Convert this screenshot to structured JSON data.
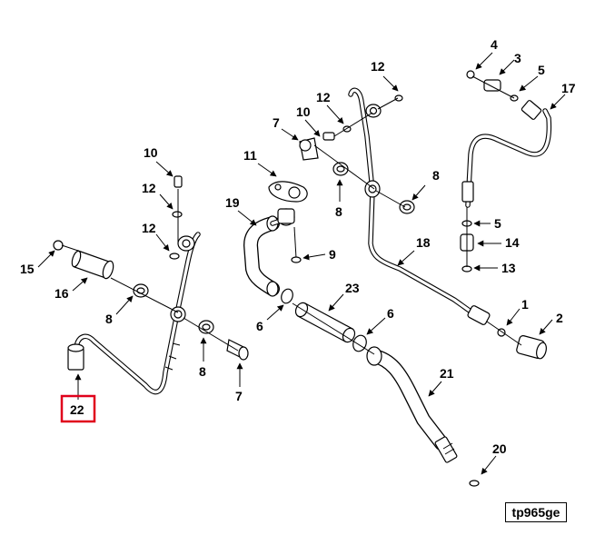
{
  "diagram": {
    "reference_code": "tp965ge",
    "highlighted_callout": "22",
    "highlight_color": "#e0001b",
    "callouts": {
      "c1": "1",
      "c2": "2",
      "c3": "3",
      "c4": "4",
      "c5a": "5",
      "c5b": "5",
      "c6a": "6",
      "c6b": "6",
      "c7a": "7",
      "c7b": "7",
      "c8a": "8",
      "c8b": "8",
      "c8c": "8",
      "c8d": "8",
      "c9": "9",
      "c10a": "10",
      "c10b": "10",
      "c11": "11",
      "c12a": "12",
      "c12b": "12",
      "c12c": "12",
      "c12d": "12",
      "c13": "13",
      "c14": "14",
      "c15": "15",
      "c16": "16",
      "c17": "17",
      "c18": "18",
      "c19": "19",
      "c20": "20",
      "c21": "21",
      "c22": "22",
      "c23": "23"
    }
  }
}
